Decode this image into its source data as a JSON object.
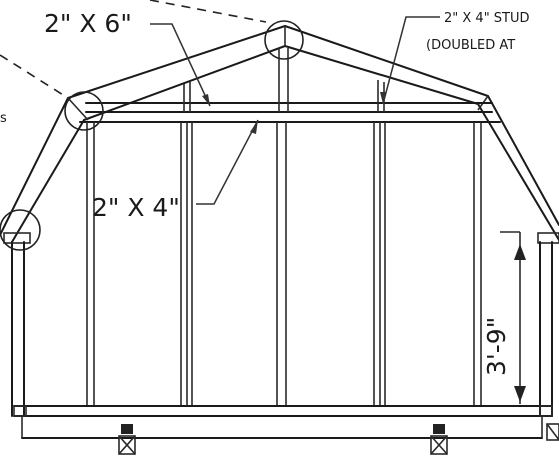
{
  "labels": {
    "rafter_size": "2\" X 6\"",
    "stud_size": "2\" X 4\" STUD",
    "stud_note": "(DOUBLED AT",
    "top_plate_size": "2\" X 4\"",
    "wall_height": "3'-9\"",
    "edge_fragment": "s"
  },
  "colors": {
    "line": "#1a1a1a",
    "background": "#ffffff",
    "block_fill": "#222222"
  }
}
